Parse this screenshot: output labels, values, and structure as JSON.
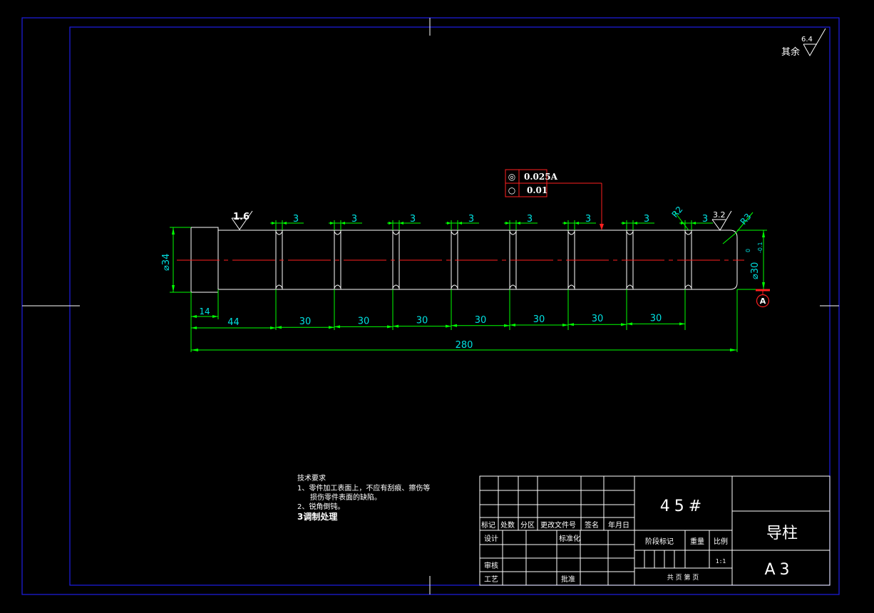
{
  "colors": {
    "background": "#000000",
    "frame": "#1e1ee6",
    "part": "#ffffff",
    "dimension": "#00ff00",
    "dimension_text": "#00e0e0",
    "centerline": "#ff2020",
    "tolerance": "#ff2020"
  },
  "roughness": {
    "other": "其余",
    "other_value": "6.4",
    "shoulder": "1.6",
    "end": "3.2"
  },
  "tolerance": {
    "row1_symbol": "◎",
    "row1_value": "0.025A",
    "row2_symbol": "○",
    "row2_value": "0.01"
  },
  "datum": "A",
  "dims": {
    "dia_left": "⌀34",
    "dia_right": "⌀30",
    "dia_right_upper": "0",
    "dia_right_lower": "-0.1",
    "groove": "3",
    "head_len": "14",
    "first_len": "44",
    "pitch": "30",
    "total": "280",
    "chamfer_left": "R2",
    "chamfer_right": "R3"
  },
  "notes": {
    "heading": "技术要求",
    "line1": "1、零件加工表面上，不应有刮痕、擦伤等",
    "line2": "损伤零件表面的缺陷。",
    "line3": "2、锐角倒钝。",
    "line4": "3调制处理"
  },
  "title_block": {
    "material": "45#",
    "part_name": "导柱",
    "sheet_size": "A3",
    "rev_headers": [
      "标记",
      "处数",
      "分区",
      "更改文件号",
      "签名",
      "年月日"
    ],
    "design": "设计",
    "standardize": "标准化",
    "review": "审核",
    "process": "工艺",
    "approve": "批准",
    "stage_mark": "阶段标记",
    "weight": "重量",
    "scale": "比例",
    "scale_value": "1:1",
    "sheets": "共    页   第    页"
  }
}
